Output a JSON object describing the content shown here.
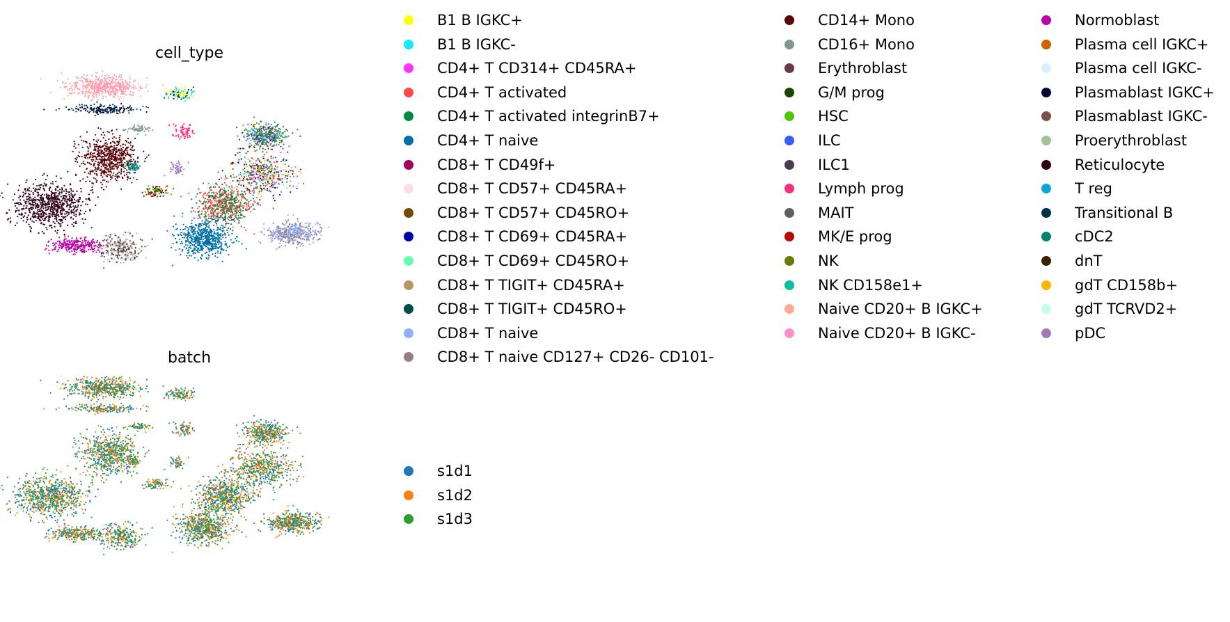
{
  "chart_data": [
    {
      "type": "scatter",
      "title": "cell_type",
      "legend_placement": "right",
      "grid": false,
      "categories": [
        {
          "name": "B1 B IGKC+",
          "color": "#ffff00"
        },
        {
          "name": "B1 B IGKC-",
          "color": "#1ce6ff"
        },
        {
          "name": "CD4+ T CD314+ CD45RA+",
          "color": "#ff34ff"
        },
        {
          "name": "CD4+ T activated",
          "color": "#ff4a46"
        },
        {
          "name": "CD4+ T activated integrinB7+",
          "color": "#008941"
        },
        {
          "name": "CD4+ T naive",
          "color": "#006fa6"
        },
        {
          "name": "CD8+ T CD49f+",
          "color": "#a30059"
        },
        {
          "name": "CD8+ T CD57+ CD45RA+",
          "color": "#ffdbe5"
        },
        {
          "name": "CD8+ T CD57+ CD45RO+",
          "color": "#7a4900"
        },
        {
          "name": "CD8+ T CD69+ CD45RA+",
          "color": "#0000a6"
        },
        {
          "name": "CD8+ T CD69+ CD45RO+",
          "color": "#63ffac"
        },
        {
          "name": "CD8+ T TIGIT+ CD45RA+",
          "color": "#b79762"
        },
        {
          "name": "CD8+ T TIGIT+ CD45RO+",
          "color": "#004d43"
        },
        {
          "name": "CD8+ T naive",
          "color": "#8fb0ff"
        },
        {
          "name": "CD8+ T naive CD127+ CD26- CD101-",
          "color": "#997d87"
        },
        {
          "name": "CD14+ Mono",
          "color": "#5a0007"
        },
        {
          "name": "CD16+ Mono",
          "color": "#809693"
        },
        {
          "name": "Erythroblast",
          "color": "#6a3a4c"
        },
        {
          "name": "G/M prog",
          "color": "#1b4400"
        },
        {
          "name": "HSC",
          "color": "#4fc601"
        },
        {
          "name": "ILC",
          "color": "#3b5dff"
        },
        {
          "name": "ILC1",
          "color": "#4a3b53"
        },
        {
          "name": "Lymph prog",
          "color": "#ff2f80"
        },
        {
          "name": "MAIT",
          "color": "#61615a"
        },
        {
          "name": "MK/E prog",
          "color": "#ba0900"
        },
        {
          "name": "NK",
          "color": "#6b7900"
        },
        {
          "name": "NK CD158e1+",
          "color": "#00c2a0"
        },
        {
          "name": "Naive CD20+ B IGKC+",
          "color": "#ffaa92"
        },
        {
          "name": "Naive CD20+ B IGKC-",
          "color": "#ff90c9"
        },
        {
          "name": "Normoblast",
          "color": "#b903aa"
        },
        {
          "name": "Plasma cell IGKC+",
          "color": "#d16100"
        },
        {
          "name": "Plasma cell IGKC-",
          "color": "#ddefff"
        },
        {
          "name": "Plasmablast IGKC+",
          "color": "#000035"
        },
        {
          "name": "Plasmablast IGKC-",
          "color": "#7b4f4b"
        },
        {
          "name": "Proerythroblast",
          "color": "#a1c299"
        },
        {
          "name": "Reticulocyte",
          "color": "#300018"
        },
        {
          "name": "T reg",
          "color": "#0aa6d8"
        },
        {
          "name": "Transitional B",
          "color": "#013349"
        },
        {
          "name": "cDC2",
          "color": "#00846f"
        },
        {
          "name": "dnT",
          "color": "#372101"
        },
        {
          "name": "gdT CD158b+",
          "color": "#ffb500"
        },
        {
          "name": "gdT TCRVD2+",
          "color": "#c2ffed"
        },
        {
          "name": "pDC",
          "color": "#a079bf"
        }
      ]
    },
    {
      "type": "scatter",
      "title": "batch",
      "legend_placement": "right",
      "grid": false,
      "categories": [
        {
          "name": "s1d1",
          "color": "#1f77b4"
        },
        {
          "name": "s1d2",
          "color": "#ff7f0e"
        },
        {
          "name": "s1d3",
          "color": "#2ca02c"
        }
      ]
    }
  ]
}
